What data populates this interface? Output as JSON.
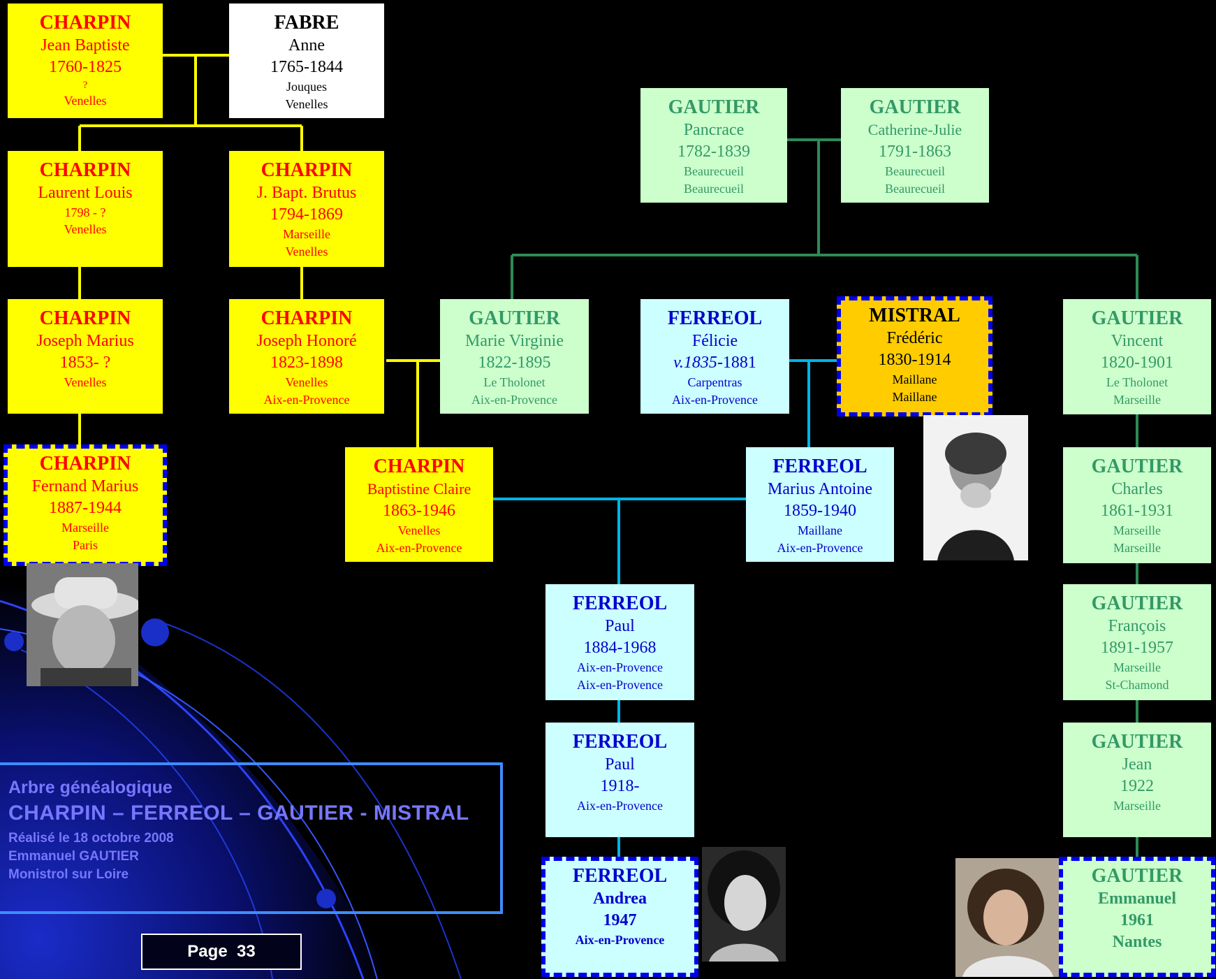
{
  "colors": {
    "charpin_line": "#ffff00",
    "gautier_line": "#2e8b57",
    "ferreol_line": "#00b4e6",
    "dashed_border": "#0000ee",
    "title_text": "#7777ff",
    "title_border": "#3f8cff"
  },
  "people": {
    "charpin_jean_baptiste": {
      "surname": "CHARPIN",
      "given": "Jean Baptiste",
      "dates": "1760-1825",
      "place1": "?",
      "place2": "Venelles"
    },
    "fabre_anne": {
      "surname": "FABRE",
      "given": "Anne",
      "dates": "1765-1844",
      "place1": "Jouques",
      "place2": "Venelles"
    },
    "charpin_laurent_louis": {
      "surname": "CHARPIN",
      "given": "Laurent Louis",
      "dates": "1798 - ?",
      "place1": "Venelles",
      "place2": ""
    },
    "charpin_j_bapt_brutus": {
      "surname": "CHARPIN",
      "given": "J. Bapt. Brutus",
      "dates": "1794-1869",
      "place1": "Marseille",
      "place2": "Venelles"
    },
    "charpin_joseph_marius": {
      "surname": "CHARPIN",
      "given": "Joseph Marius",
      "dates": "1853- ?",
      "place1": "Venelles",
      "place2": ""
    },
    "charpin_joseph_honore": {
      "surname": "CHARPIN",
      "given": "Joseph Honoré",
      "dates": "1823-1898",
      "place1": "Venelles",
      "place2": "Aix-en-Provence"
    },
    "charpin_fernand_marius": {
      "surname": "CHARPIN",
      "given": "Fernand Marius",
      "dates": "1887-1944",
      "place1": "Marseille",
      "place2": "Paris"
    },
    "charpin_baptistine_claire": {
      "surname": "CHARPIN",
      "given": "Baptistine Claire",
      "dates": "1863-1946",
      "place1": "Venelles",
      "place2": "Aix-en-Provence"
    },
    "gautier_pancrace": {
      "surname": "GAUTIER",
      "given": "Pancrace",
      "dates": "1782-1839",
      "place1": "Beaurecueil",
      "place2": "Beaurecueil"
    },
    "gautier_catherine_julie": {
      "surname": "GAUTIER",
      "given": "Catherine-Julie",
      "dates": "1791-1863",
      "place1": "Beaurecueil",
      "place2": "Beaurecueil"
    },
    "gautier_marie_virginie": {
      "surname": "GAUTIER",
      "given": "Marie Virginie",
      "dates": "1822-1895",
      "place1": "Le Tholonet",
      "place2": "Aix-en-Provence"
    },
    "ferreol_felicie": {
      "surname": "FERREOL",
      "given": "Félicie",
      "dates_prefix": "v.1835",
      "dates_suffix": "-1881",
      "place1": "Carpentras",
      "place2": "Aix-en-Provence"
    },
    "mistral_frederic": {
      "surname": "MISTRAL",
      "given": "Frédéric",
      "dates": "1830-1914",
      "place1": "Maillane",
      "place2": "Maillane"
    },
    "gautier_vincent": {
      "surname": "GAUTIER",
      "given": "Vincent",
      "dates": "1820-1901",
      "place1": "Le Tholonet",
      "place2": "Marseille"
    },
    "ferreol_marius_antoine": {
      "surname": "FERREOL",
      "given": "Marius Antoine",
      "dates": "1859-1940",
      "place1": "Maillane",
      "place2": "Aix-en-Provence"
    },
    "gautier_charles": {
      "surname": "GAUTIER",
      "given": "Charles",
      "dates": "1861-1931",
      "place1": "Marseille",
      "place2": "Marseille"
    },
    "ferreol_paul_1884": {
      "surname": "FERREOL",
      "given": "Paul",
      "dates": "1884-1968",
      "place1": "Aix-en-Provence",
      "place2": "Aix-en-Provence"
    },
    "gautier_francois": {
      "surname": "GAUTIER",
      "given": "François",
      "dates": "1891-1957",
      "place1": "Marseille",
      "place2": "St-Chamond"
    },
    "ferreol_paul_1918": {
      "surname": "FERREOL",
      "given": "Paul",
      "dates": "1918-",
      "place1": "Aix-en-Provence",
      "place2": ""
    },
    "gautier_jean": {
      "surname": "GAUTIER",
      "given": "Jean",
      "dates": "1922",
      "place1": "Marseille",
      "place2": ""
    },
    "ferreol_andrea": {
      "surname": "FERREOL",
      "given": "Andrea",
      "dates": "1947",
      "place1": "Aix-en-Provence",
      "place2": ""
    },
    "gautier_emmanuel": {
      "surname": "GAUTIER",
      "given": "Emmanuel",
      "dates": "1961",
      "place1": "Nantes",
      "place2": ""
    }
  },
  "title_block": {
    "line1": "Arbre généalogique",
    "line2": "CHARPIN – FERREOL – GAUTIER - MISTRAL",
    "line3": "Réalisé le 18 octobre 2008",
    "line4": "Emmanuel GAUTIER",
    "line5": "Monistrol sur Loire"
  },
  "page_button": {
    "label": "Page  33"
  }
}
